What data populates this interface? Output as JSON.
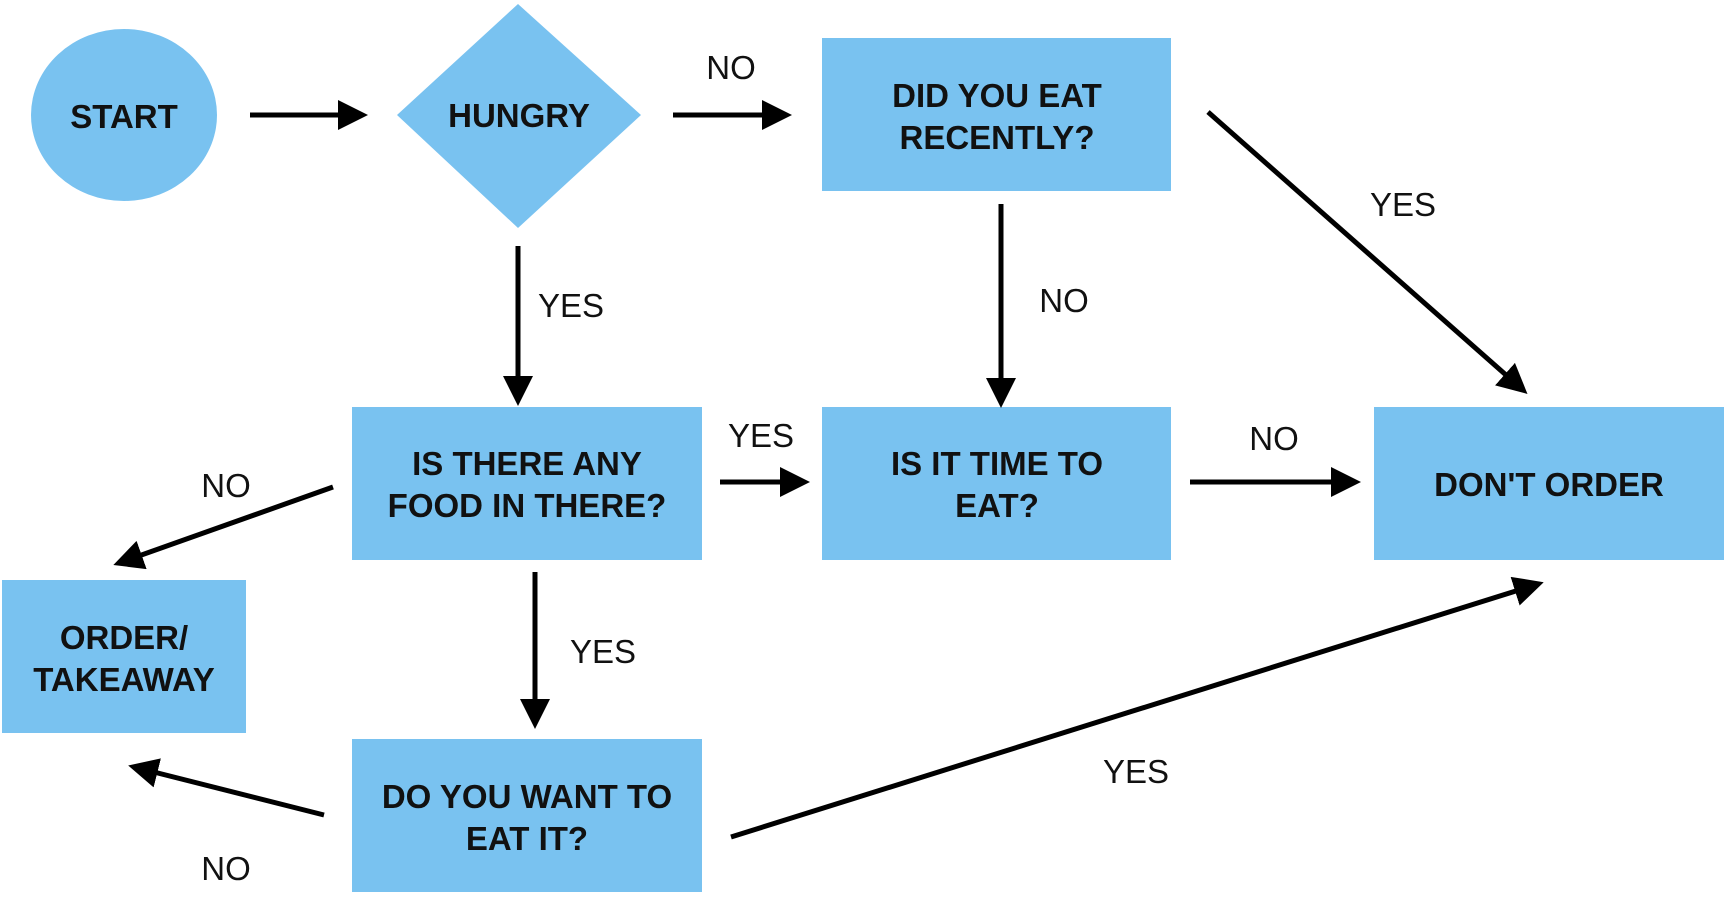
{
  "nodes": {
    "start": {
      "label": "START",
      "shape": "circle"
    },
    "hungry": {
      "label": "HUNGRY",
      "shape": "diamond"
    },
    "ate_recently": {
      "line1": "DID YOU EAT",
      "line2": "RECENTLY?",
      "shape": "rectangle"
    },
    "food_there": {
      "line1": "IS THERE ANY",
      "line2": "FOOD IN THERE?",
      "shape": "rectangle"
    },
    "time_to_eat": {
      "line1": "IS IT TIME TO",
      "line2": "EAT?",
      "shape": "rectangle"
    },
    "dont_order": {
      "label": "DON'T ORDER",
      "shape": "rectangle"
    },
    "order_takeaway": {
      "line1": "ORDER/",
      "line2": "TAKEAWAY",
      "shape": "rectangle"
    },
    "want_to_eat": {
      "line1": "DO YOU WANT TO",
      "line2": "EAT IT?",
      "shape": "rectangle"
    }
  },
  "edges": [
    {
      "from": "START",
      "to": "HUNGRY",
      "label": ""
    },
    {
      "from": "HUNGRY",
      "to": "DID YOU EAT RECENTLY?",
      "label": "NO"
    },
    {
      "from": "HUNGRY",
      "to": "IS THERE ANY FOOD IN THERE?",
      "label": "YES"
    },
    {
      "from": "DID YOU EAT RECENTLY?",
      "to": "DON'T ORDER",
      "label": "YES"
    },
    {
      "from": "DID YOU EAT RECENTLY?",
      "to": "IS IT TIME TO EAT?",
      "label": "NO"
    },
    {
      "from": "IS THERE ANY FOOD IN THERE?",
      "to": "IS IT TIME TO EAT?",
      "label": "YES"
    },
    {
      "from": "IS IT TIME TO EAT?",
      "to": "DON'T ORDER",
      "label": "NO"
    },
    {
      "from": "IS THERE ANY FOOD IN THERE?",
      "to": "ORDER/ TAKEAWAY",
      "label": "NO"
    },
    {
      "from": "IS THERE ANY FOOD IN THERE?",
      "to": "DO YOU WANT TO EAT IT?",
      "label": "YES"
    },
    {
      "from": "DO YOU WANT TO EAT IT?",
      "to": "ORDER/ TAKEAWAY",
      "label": "NO"
    },
    {
      "from": "DO YOU WANT TO EAT IT?",
      "to": "DON'T ORDER",
      "label": "YES"
    }
  ],
  "colors": {
    "node_fill": "#79c2f0",
    "text": "#111111",
    "arrow": "#000000",
    "background": "#ffffff"
  }
}
